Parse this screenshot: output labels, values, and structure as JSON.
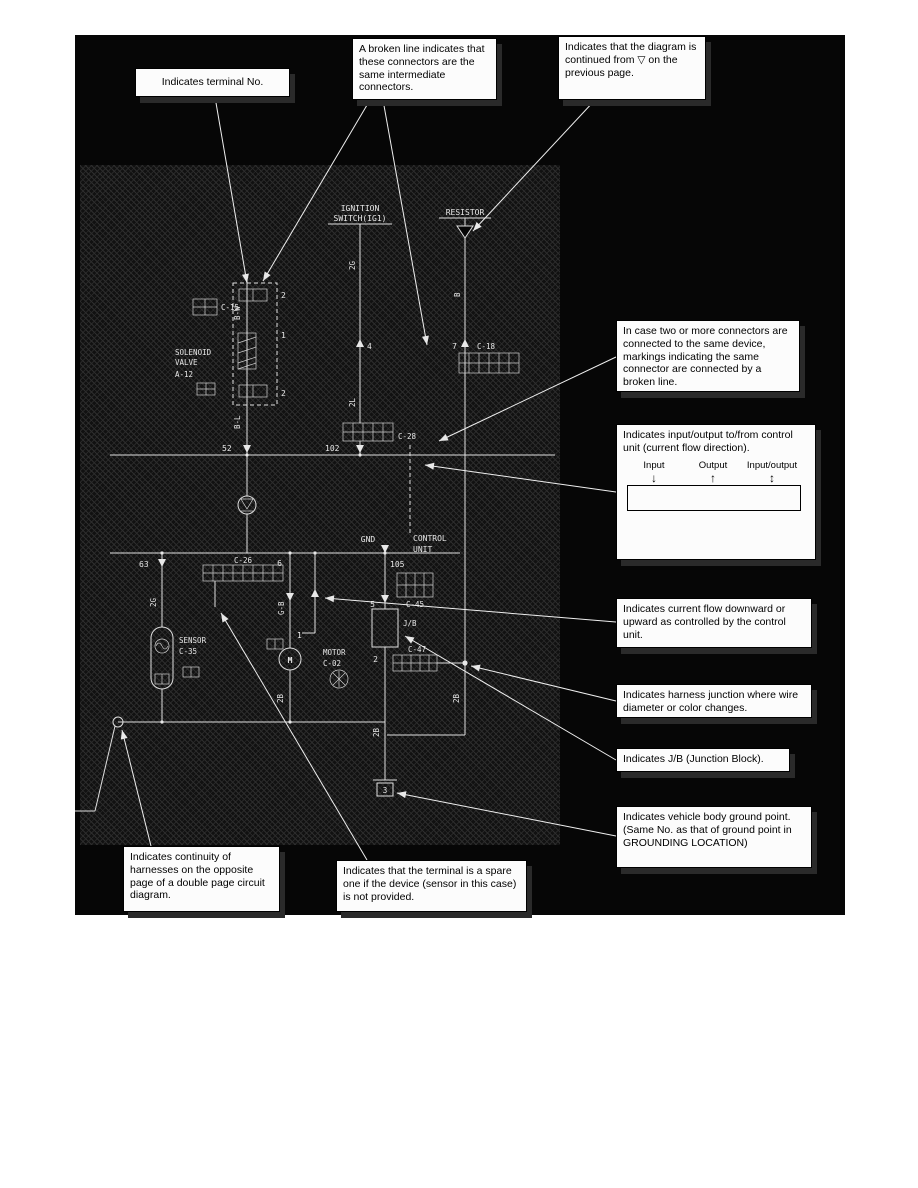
{
  "callouts": {
    "terminal_no": "Indicates terminal No.",
    "broken_line": "A broken line indicates that these connectors are the same intermediate connectors.",
    "continued": "Indicates that the diagram is continued from ▽ on the previous page.",
    "two_or_more": "In case two or more connectors are connected to the same device, markings indicating the same connector are connected by a broken line.",
    "input_output": "Indicates input/output to/from control unit (current flow direction).",
    "io_input": "Input",
    "io_output": "Output",
    "io_both": "Input/output",
    "current_flow": "Indicates current flow downward or upward as controlled by the control unit.",
    "harness_junction": "Indicates harness junction where wire diameter or color changes.",
    "jb": "Indicates J/B (Junction Block).",
    "ground_point": "Indicates vehicle body ground point. (Same No. as that of ground point in GROUNDING LOCATION)",
    "continuity": "Indicates continuity of harnesses on the opposite page of a double page circuit diagram.",
    "spare": "Indicates that the terminal is a spare one if the device (sensor in this case) is not provided."
  },
  "icons": {
    "down_arrow": "↓",
    "up_arrow": "↑",
    "up_down_arrow": "↕"
  },
  "diagram": {
    "ignition_line1": "IGNITION",
    "ignition_line2": "SWITCH(IG1)",
    "resistor": "RESISTOR",
    "solenoid1": "SOLENOID",
    "solenoid2": "VALVE",
    "solenoid_ref": "A-12",
    "control1": "CONTROL",
    "control2": "UNIT",
    "gnd": "GND",
    "jb": "J/B",
    "sensor1": "SENSOR",
    "sensor2": "C-35",
    "motor1": "MOTOR",
    "motor2": "C-02",
    "motor_m": "M",
    "connectors": {
      "c15": "C-15",
      "c18": "C-18",
      "c28": "C-28",
      "c26": "C-26",
      "c45": "C-45",
      "c47": "C-47"
    },
    "terminals": {
      "t2_top": "2",
      "t1": "1",
      "t2_bot": "2",
      "t52": "52",
      "t102": "102",
      "t4": "4",
      "t7": "7",
      "t63": "63",
      "t6": "6",
      "t105": "105",
      "t5": "5",
      "t2_jb": "2",
      "t1_motor": "1",
      "ground_no": "3"
    },
    "wires": {
      "w_2g_top": "2G",
      "w_2l": "2L",
      "w_b": "B",
      "w_bw": "B-W",
      "w_bl": "B-L",
      "w_gb": "G-B",
      "w_2g_sensor": "2G",
      "w_2b_motor": "2B",
      "w_2b_right": "2B",
      "w_2b_gnd": "2B"
    }
  }
}
